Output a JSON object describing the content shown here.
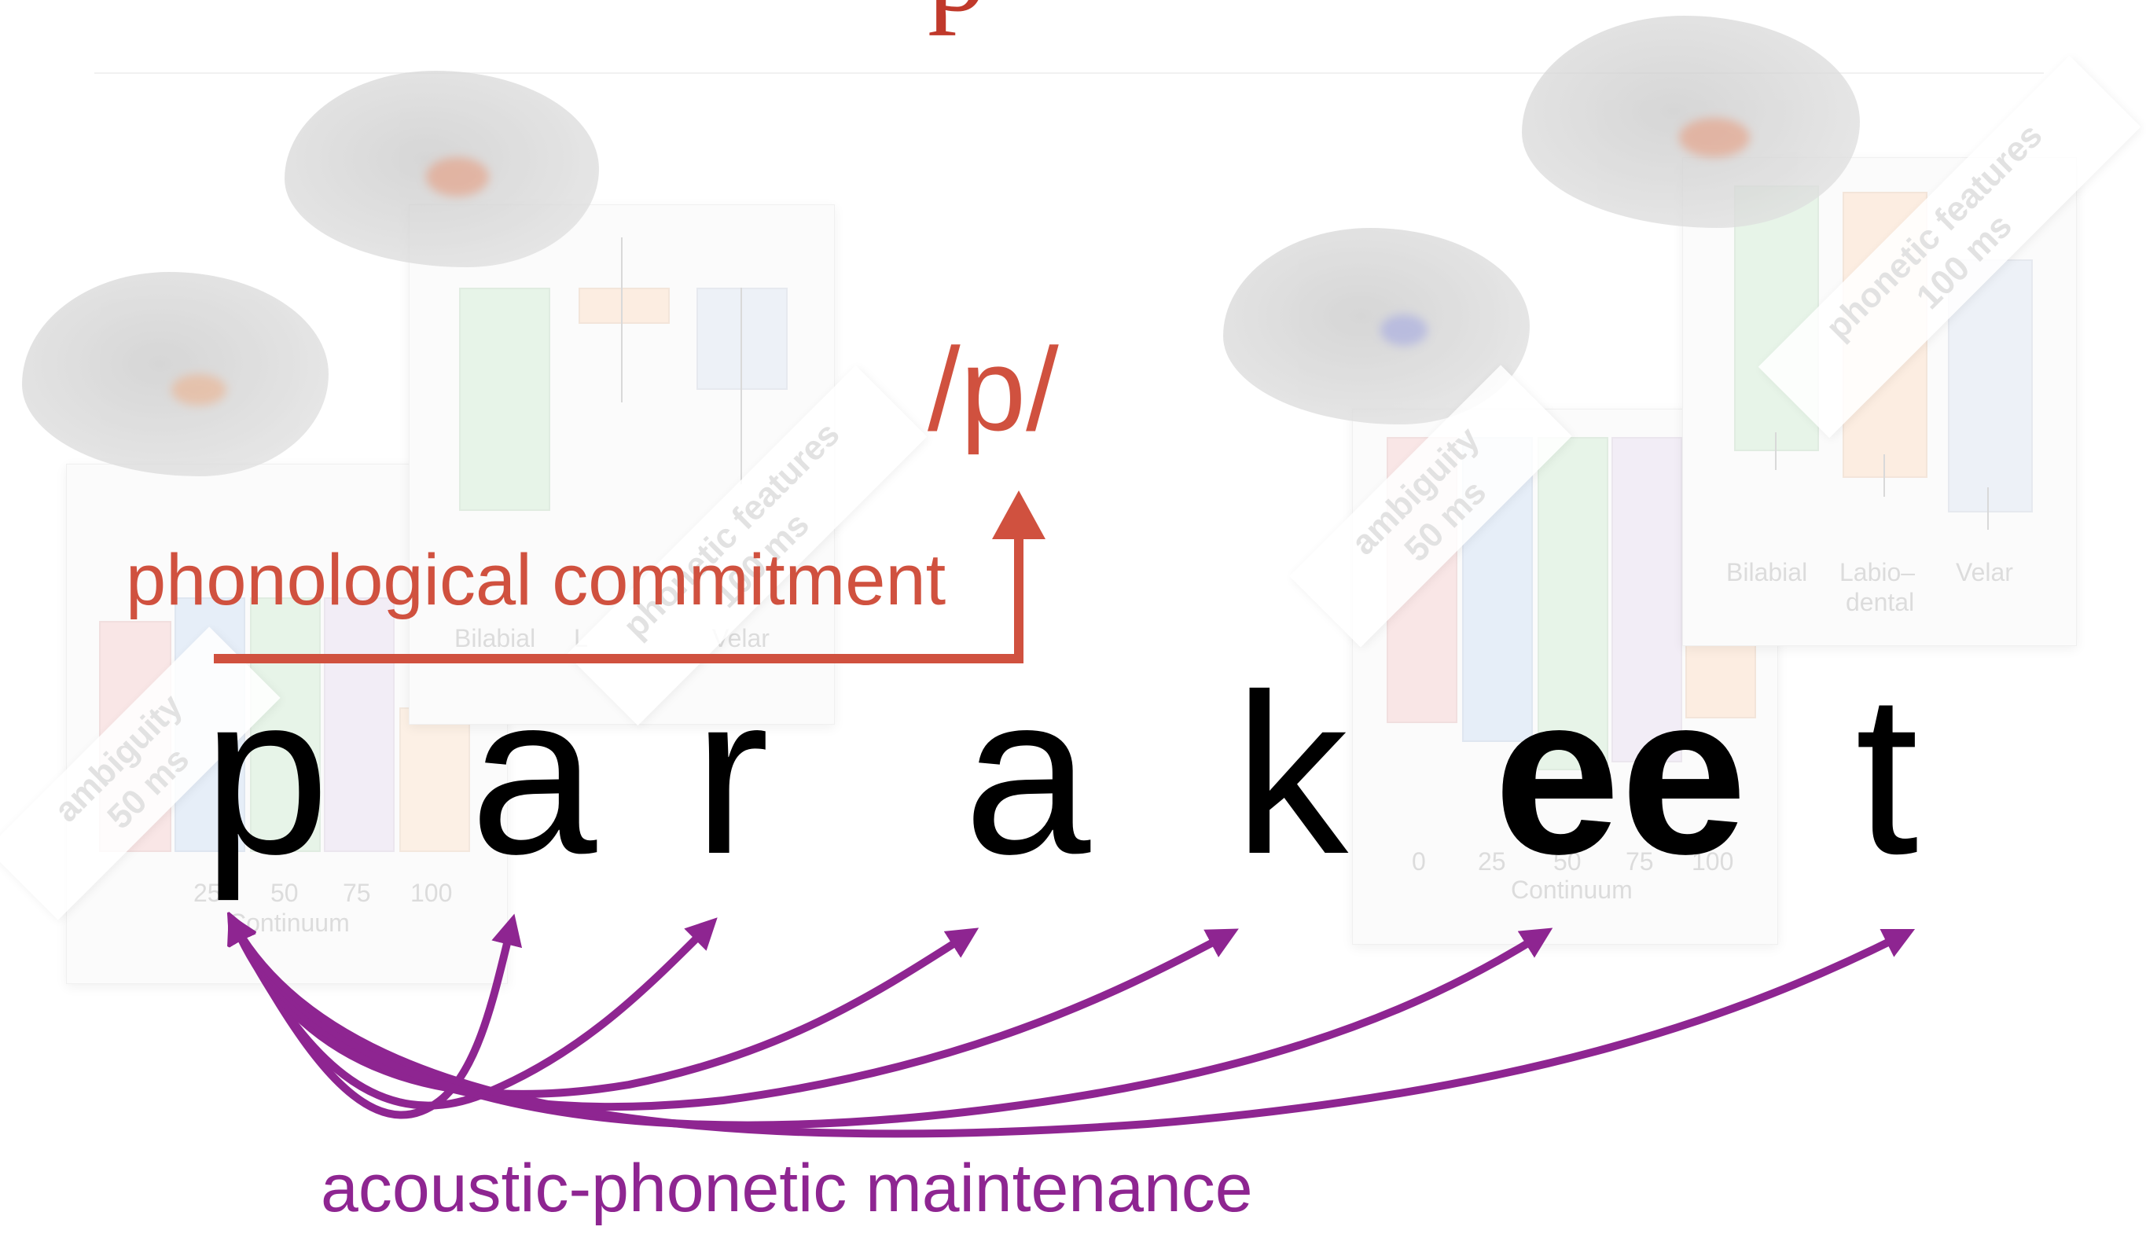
{
  "title_fragment": "p",
  "phoneme": "/p/",
  "phonological_label": "phonological commitment",
  "maintenance_label": "acoustic-phonetic maintenance",
  "word_letters": [
    {
      "char": "p",
      "bold": false
    },
    {
      "char": "a",
      "bold": false
    },
    {
      "char": "r",
      "bold": false
    },
    {
      "char": "a",
      "bold": false
    },
    {
      "char": "k",
      "bold": false
    },
    {
      "char": "ee",
      "bold": true
    },
    {
      "char": "t",
      "bold": false
    }
  ],
  "background_panels": [
    {
      "ribbon": [
        "ambiguity",
        "50 ms"
      ],
      "axis_title": "Continuum",
      "ticks": [
        "25",
        "50",
        "75",
        "100"
      ]
    },
    {
      "ribbon": [
        "phonetic features",
        "100 ms"
      ],
      "ticks": [
        "Bilabial",
        "L",
        "Velar"
      ]
    },
    {
      "ribbon": [
        "ambiguity",
        "50 ms"
      ],
      "axis_title": "Continuum",
      "ticks": [
        "0",
        "25",
        "50",
        "75",
        "100"
      ]
    },
    {
      "ribbon": [
        "phonetic features",
        "100 ms"
      ],
      "ticks": [
        "Bilabial",
        "Labio–",
        "dental",
        "Velar"
      ]
    }
  ],
  "colors": {
    "phonological": "#d0513f",
    "maintenance": "#8e2591",
    "letters": "#000000",
    "ghost": "#dcdcdc"
  }
}
